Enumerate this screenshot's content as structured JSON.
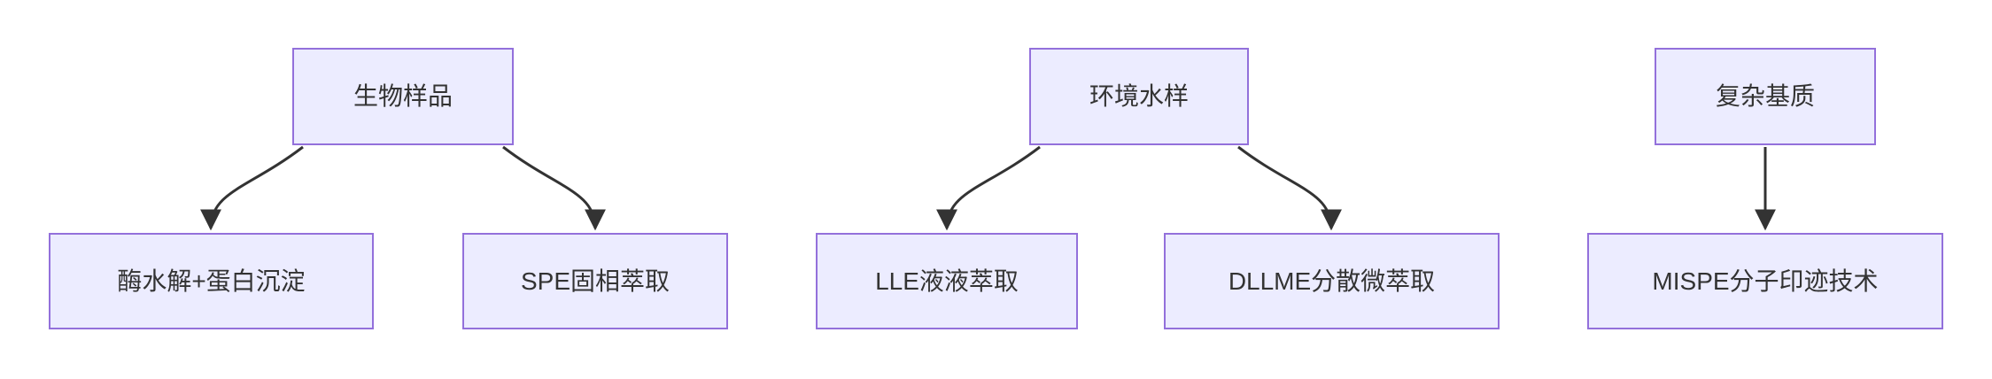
{
  "style": {
    "background": "#ffffff",
    "node_fill": "#ECECFF",
    "node_border": "#9370DB",
    "edge_color": "#333333",
    "text_color": "#333333"
  },
  "nodes": {
    "bio_sample": {
      "label": "生物样品"
    },
    "enzyme_hydrolysis": {
      "label": "酶水解+蛋白沉淀"
    },
    "spe": {
      "label": "SPE固相萃取"
    },
    "env_water": {
      "label": "环境水样"
    },
    "lle": {
      "label": "LLE液液萃取"
    },
    "dllme": {
      "label": "DLLME分散微萃取"
    },
    "complex_matrix": {
      "label": "复杂基质"
    },
    "mispe": {
      "label": "MISPE分子印迹技术"
    }
  },
  "edges": [
    {
      "from": "生物样品",
      "to": "酶水解+蛋白沉淀",
      "directed": true
    },
    {
      "from": "生物样品",
      "to": "SPE固相萃取",
      "directed": true
    },
    {
      "from": "环境水样",
      "to": "LLE液液萃取",
      "directed": true
    },
    {
      "from": "环境水样",
      "to": "DLLME分散微萃取",
      "directed": true
    },
    {
      "from": "复杂基质",
      "to": "MISPE分子印迹技术",
      "directed": true
    }
  ]
}
